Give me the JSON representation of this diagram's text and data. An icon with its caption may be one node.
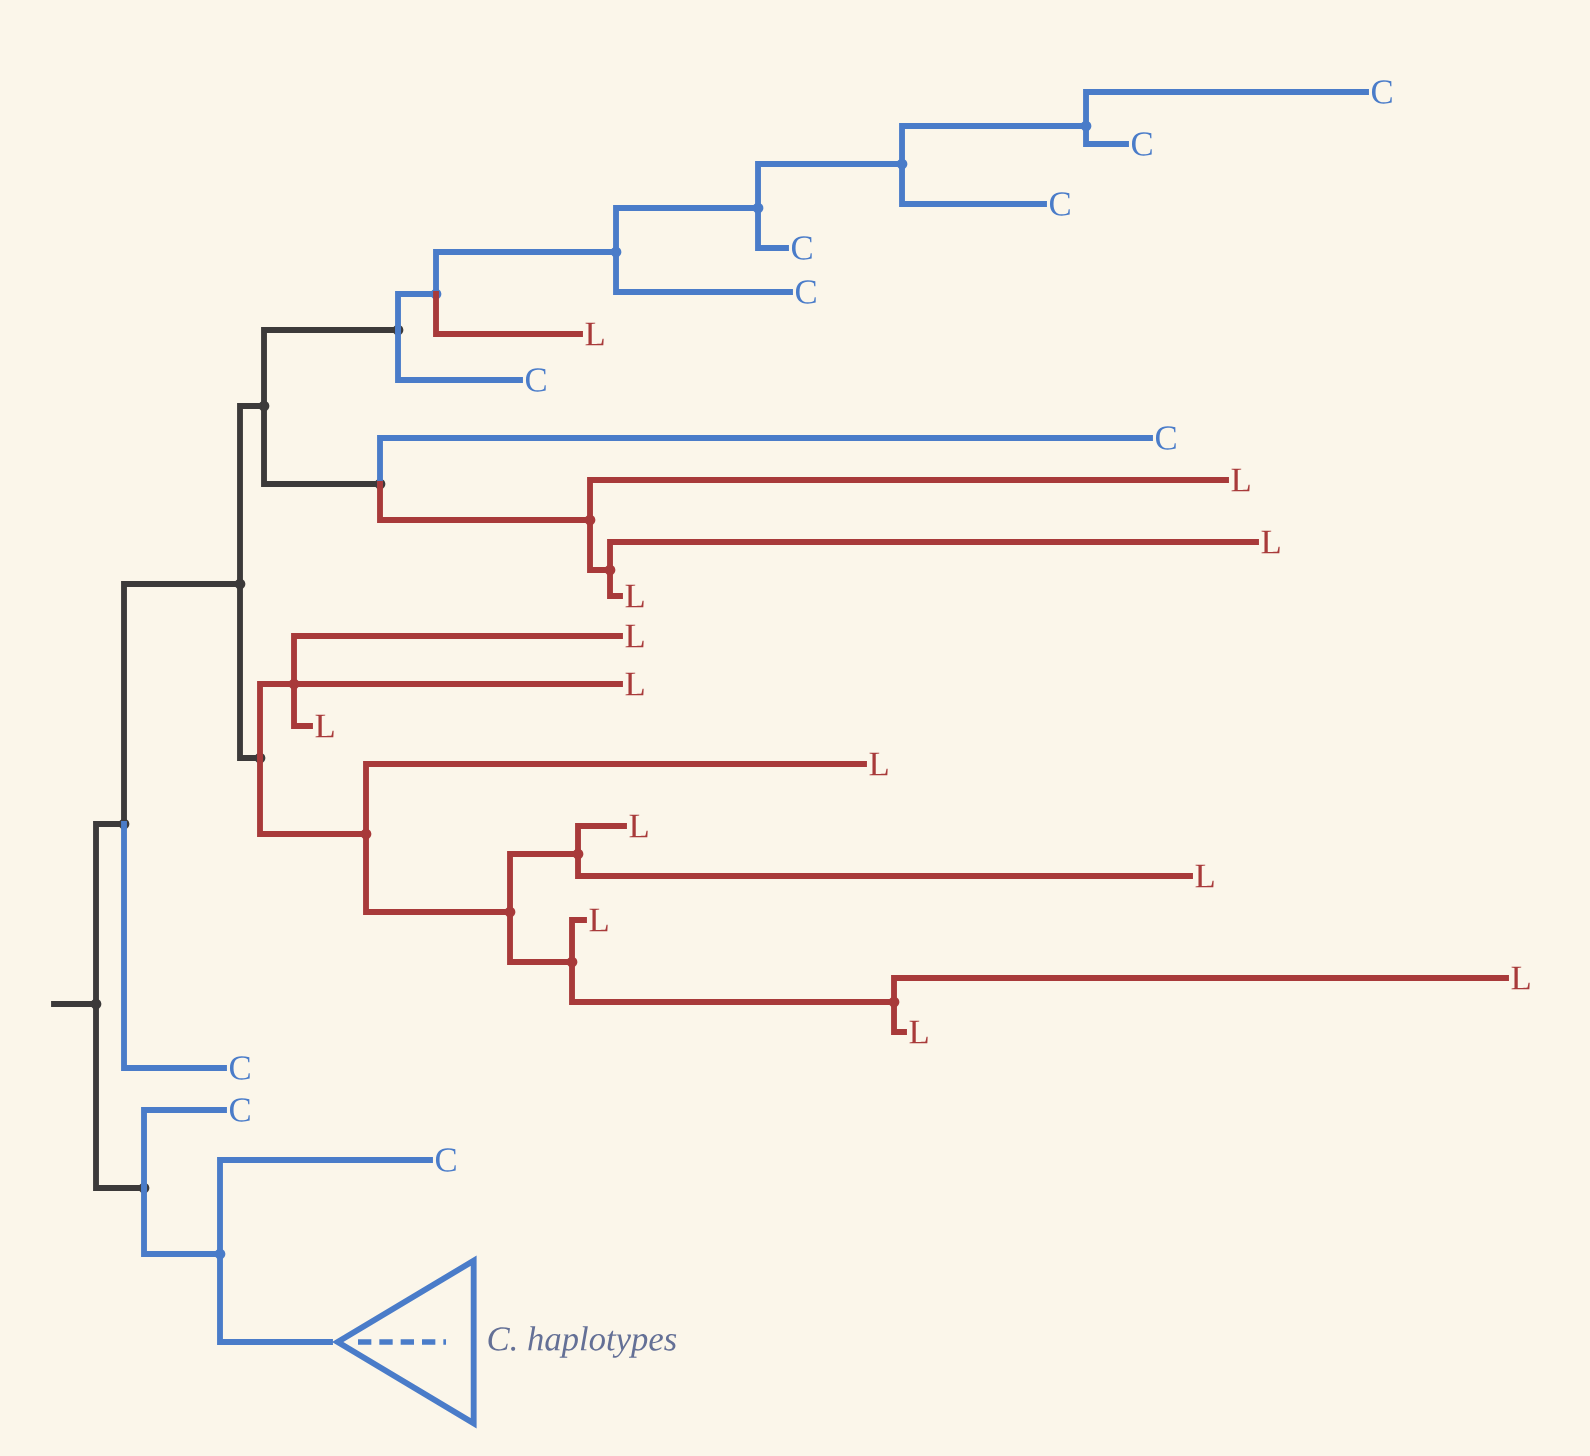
{
  "diagram": {
    "nodes": [
      {
        "text": [],
        "shape": "point"
      },
      {
        "text": [],
        "shape": "point"
      },
      {
        "text": [],
        "shape": "point"
      },
      {
        "text": [],
        "shape": "point"
      },
      {
        "text": [],
        "shape": "point"
      },
      {
        "text": [],
        "shape": "point"
      },
      {
        "text": [],
        "shape": "point"
      },
      {
        "text": [],
        "shape": "point"
      },
      {
        "text": [],
        "shape": "point"
      },
      {
        "text": [],
        "shape": "point"
      },
      {
        "text": [
          "C"
        ]
      },
      {
        "text": [
          "C"
        ]
      },
      {
        "text": [
          "C"
        ]
      },
      {
        "text": [
          "C"
        ]
      },
      {
        "text": [
          "C"
        ]
      },
      {
        "text": [
          "L"
        ]
      },
      {
        "text": [
          "C"
        ]
      },
      {
        "text": [],
        "shape": "point"
      },
      {
        "text": [
          "C"
        ]
      },
      {
        "text": [],
        "shape": "point"
      },
      {
        "text": [
          "L"
        ]
      },
      {
        "text": [],
        "shape": "point"
      },
      {
        "text": [
          "L"
        ]
      },
      {
        "text": [
          "L"
        ]
      },
      {
        "text": [],
        "shape": "point"
      },
      {
        "text": [],
        "shape": "point"
      },
      {
        "text": [
          "L"
        ]
      },
      {
        "text": [
          "L"
        ]
      },
      {
        "text": [
          "L"
        ]
      },
      {
        "text": [],
        "shape": "point"
      },
      {
        "text": [
          "L"
        ]
      },
      {
        "text": [],
        "shape": "point"
      },
      {
        "text": [],
        "shape": "point"
      },
      {
        "text": [
          "L"
        ]
      },
      {
        "text": [
          "L"
        ]
      },
      {
        "text": [],
        "shape": "point"
      },
      {
        "text": [
          "L"
        ]
      },
      {
        "text": [],
        "shape": "point"
      },
      {
        "text": [
          "L"
        ]
      },
      {
        "text": [
          "L"
        ]
      },
      {
        "text": [
          "C"
        ]
      },
      {
        "text": [],
        "shape": "point"
      },
      {
        "text": [
          "C"
        ]
      },
      {
        "text": [],
        "shape": "point"
      },
      {
        "text": [
          "C"
        ]
      },
      {
        "text": [],
        "shape": "triangle",
        "beside": [
          "C. haplotypes"
        ]
      }
    ],
    "edges": [
      {
        "from": null,
        "to": 0,
        "arrow": "none",
        "color": "#3c3a3a"
      },
      {
        "from": 0,
        "to": 1,
        "arrow": "none",
        "color": "#3c3a3a"
      },
      {
        "from": 1,
        "to": 2,
        "arrow": "none",
        "color": "#3c3a3a"
      },
      {
        "from": 2,
        "to": 3,
        "arrow": "none",
        "color": "#3c3a3a"
      },
      {
        "from": 3,
        "to": 4,
        "arrow": "none",
        "color": "#3c3a3a"
      },
      {
        "from": 4,
        "to": 5,
        "arrow": "none",
        "color": "#4a7cc9"
      },
      {
        "from": 5,
        "to": 6,
        "arrow": "none",
        "color": "#4a7cc9"
      },
      {
        "from": 6,
        "to": 7,
        "arrow": "none",
        "color": "#4a7cc9"
      },
      {
        "from": 7,
        "to": 8,
        "arrow": "none",
        "color": "#4a7cc9"
      },
      {
        "from": 8,
        "to": 9,
        "arrow": "none",
        "color": "#4a7cc9"
      },
      {
        "from": 9,
        "to": 10,
        "arrow": "none",
        "color": "#4a7cc9"
      },
      {
        "from": 9,
        "to": 11,
        "arrow": "none",
        "color": "#4a7cc9"
      },
      {
        "from": 8,
        "to": 12,
        "arrow": "none",
        "color": "#4a7cc9"
      },
      {
        "from": 7,
        "to": 13,
        "arrow": "none",
        "color": "#4a7cc9"
      },
      {
        "from": 6,
        "to": 14,
        "arrow": "none",
        "color": "#4a7cc9"
      },
      {
        "from": 5,
        "to": 15,
        "arrow": "none"
      },
      {
        "from": 4,
        "to": 16,
        "arrow": "none",
        "color": "#4a7cc9"
      },
      {
        "from": 3,
        "to": 17,
        "arrow": "none",
        "color": "#3c3a3a"
      },
      {
        "from": 17,
        "to": 18,
        "arrow": "none",
        "color": "#4a7cc9"
      },
      {
        "from": 17,
        "to": 19,
        "arrow": "none"
      },
      {
        "from": 19,
        "to": 20,
        "arrow": "none"
      },
      {
        "from": 19,
        "to": 21,
        "arrow": "none"
      },
      {
        "from": 21,
        "to": 22,
        "arrow": "none"
      },
      {
        "from": 21,
        "to": 23,
        "arrow": "none"
      },
      {
        "from": 2,
        "to": 24,
        "arrow": "none",
        "color": "#3c3a3a"
      },
      {
        "from": 24,
        "to": 25,
        "arrow": "none"
      },
      {
        "from": 25,
        "to": 26,
        "arrow": "none"
      },
      {
        "from": 25,
        "to": 27,
        "arrow": "none"
      },
      {
        "from": 25,
        "to": 28,
        "arrow": "none"
      },
      {
        "from": 24,
        "to": 29,
        "arrow": "none"
      },
      {
        "from": 29,
        "to": 30,
        "arrow": "none"
      },
      {
        "from": 29,
        "to": 31,
        "arrow": "none"
      },
      {
        "from": 31,
        "to": 32,
        "arrow": "none"
      },
      {
        "from": 32,
        "to": 33,
        "arrow": "none"
      },
      {
        "from": 32,
        "to": 34,
        "arrow": "none"
      },
      {
        "from": 31,
        "to": 35,
        "arrow": "none"
      },
      {
        "from": 35,
        "to": 36,
        "arrow": "none"
      },
      {
        "from": 35,
        "to": 37,
        "arrow": "none"
      },
      {
        "from": 37,
        "to": 38,
        "arrow": "none"
      },
      {
        "from": 37,
        "to": 39,
        "arrow": "none"
      },
      {
        "from": 1,
        "to": 40,
        "arrow": "none",
        "color": "#4a7cc9"
      },
      {
        "from": 0,
        "to": 41,
        "arrow": "none",
        "color": "#3c3a3a"
      },
      {
        "from": 41,
        "to": 42,
        "arrow": "none",
        "color": "#4a7cc9"
      },
      {
        "from": 41,
        "to": 43,
        "arrow": "none",
        "color": "#4a7cc9"
      },
      {
        "from": 43,
        "to": 44,
        "arrow": "none",
        "color": "#4a7cc9"
      },
      {
        "from": 43,
        "to": 45,
        "arrow": "none",
        "color": "#4a7cc9"
      }
    ]
  }
}
